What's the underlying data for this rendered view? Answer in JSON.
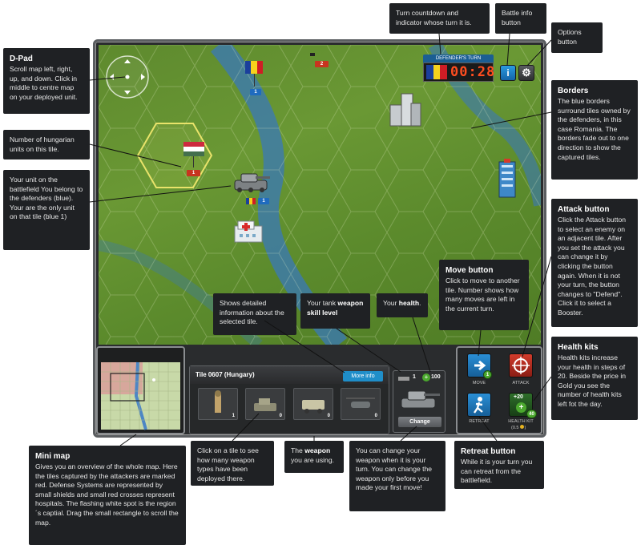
{
  "map": {
    "turn_label": "DEFENDER'S TURN",
    "countdown": "00:28",
    "unit_count_hungary": "1",
    "unit_count_romania_flag": "1",
    "unit_count_enemy": "2",
    "unit_count_own": "1"
  },
  "tile_panel": {
    "title": "Tile 0607 (Hungary)",
    "more_info_label": "More info",
    "unit_counts": [
      "1",
      "0",
      "0",
      "0"
    ]
  },
  "weapon_panel": {
    "skill_level": "1",
    "health": "100",
    "change_label": "Change"
  },
  "actions": {
    "move_label": "MOVE",
    "move_count": "1",
    "attack_label": "ATTACK",
    "retreat_label": "RETREAT",
    "healthkit_label": "HEALTH KIT",
    "healthkit_amount": "+20",
    "healthkit_count": "40",
    "healthkit_price": "(0.5"
  },
  "callouts": {
    "dpad": {
      "title": "D-Pad",
      "text": "Scroll map left, right, up, and down. Click in middle to centre map on your deployed unit."
    },
    "hungarian_units": {
      "text": "Number of hungarian units on this tile."
    },
    "your_unit": {
      "text": "Your unit on the battlefield You belong to the defenders (blue). Your are the only unit on that tile (blue 1)"
    },
    "turn_countdown": {
      "text": "Turn countdown and indicator whose turn it is."
    },
    "battle_info": {
      "text": "Battle info button"
    },
    "options": {
      "text": "Options button"
    },
    "borders": {
      "title": "Borders",
      "text": "The blue borders surround tiles owned by the defenders, in this case Romania. The borders fade out to one direction to show the captured tiles."
    },
    "attack": {
      "title": "Attack button",
      "text": "Click the Attack button to select an enemy on an adjacent tile. After you set the attack you can change it by clicking the button again. When it is not your turn, the button changes to \"Defend\". Click it to select a Booster."
    },
    "move": {
      "title": "Move button",
      "text": "Click to move to another tile. Number shows how many moves are left in the current turn."
    },
    "tile_info": {
      "text": "Shows detailed information about the selected tile."
    },
    "weapon_skill": {
      "pre": "Your tank ",
      "bold": "weapon skill level"
    },
    "health": {
      "pre": "Your ",
      "bold": "health",
      "post": "."
    },
    "health_kits": {
      "title": "Health kits",
      "text": "Health kits increase your health in steps of 20. Beside the price in Gold you see the number of health kits left fot the day."
    },
    "mini_map": {
      "title": "Mini map",
      "text": "Gives you an overview of the whole map. Here the tiles captured by the attackers are marked red. Defense Systems are represented by small shields and small red crosses represent hospitals. The flashing white spot is the region´s captial. Drag the small rectangle to scroll the map."
    },
    "click_tile": {
      "text": "Click on a tile to see how many weapon types have been deployed there."
    },
    "weapon_using": {
      "pre": "The ",
      "bold": "weapon",
      "post": " you are using."
    },
    "change_weapon": {
      "text": "You can change your weapon when it is your turn. You can change the weapon only before you made your first move!"
    },
    "retreat": {
      "title": "Retreat button",
      "text": "While it is your turn you can retreat from the battlefield."
    }
  },
  "colors": {
    "map_green": "#5e8a2e",
    "river_blue": "#3a78b8",
    "counter_red": "#ff4d1f",
    "accent_blue": "#1f8ec9"
  }
}
